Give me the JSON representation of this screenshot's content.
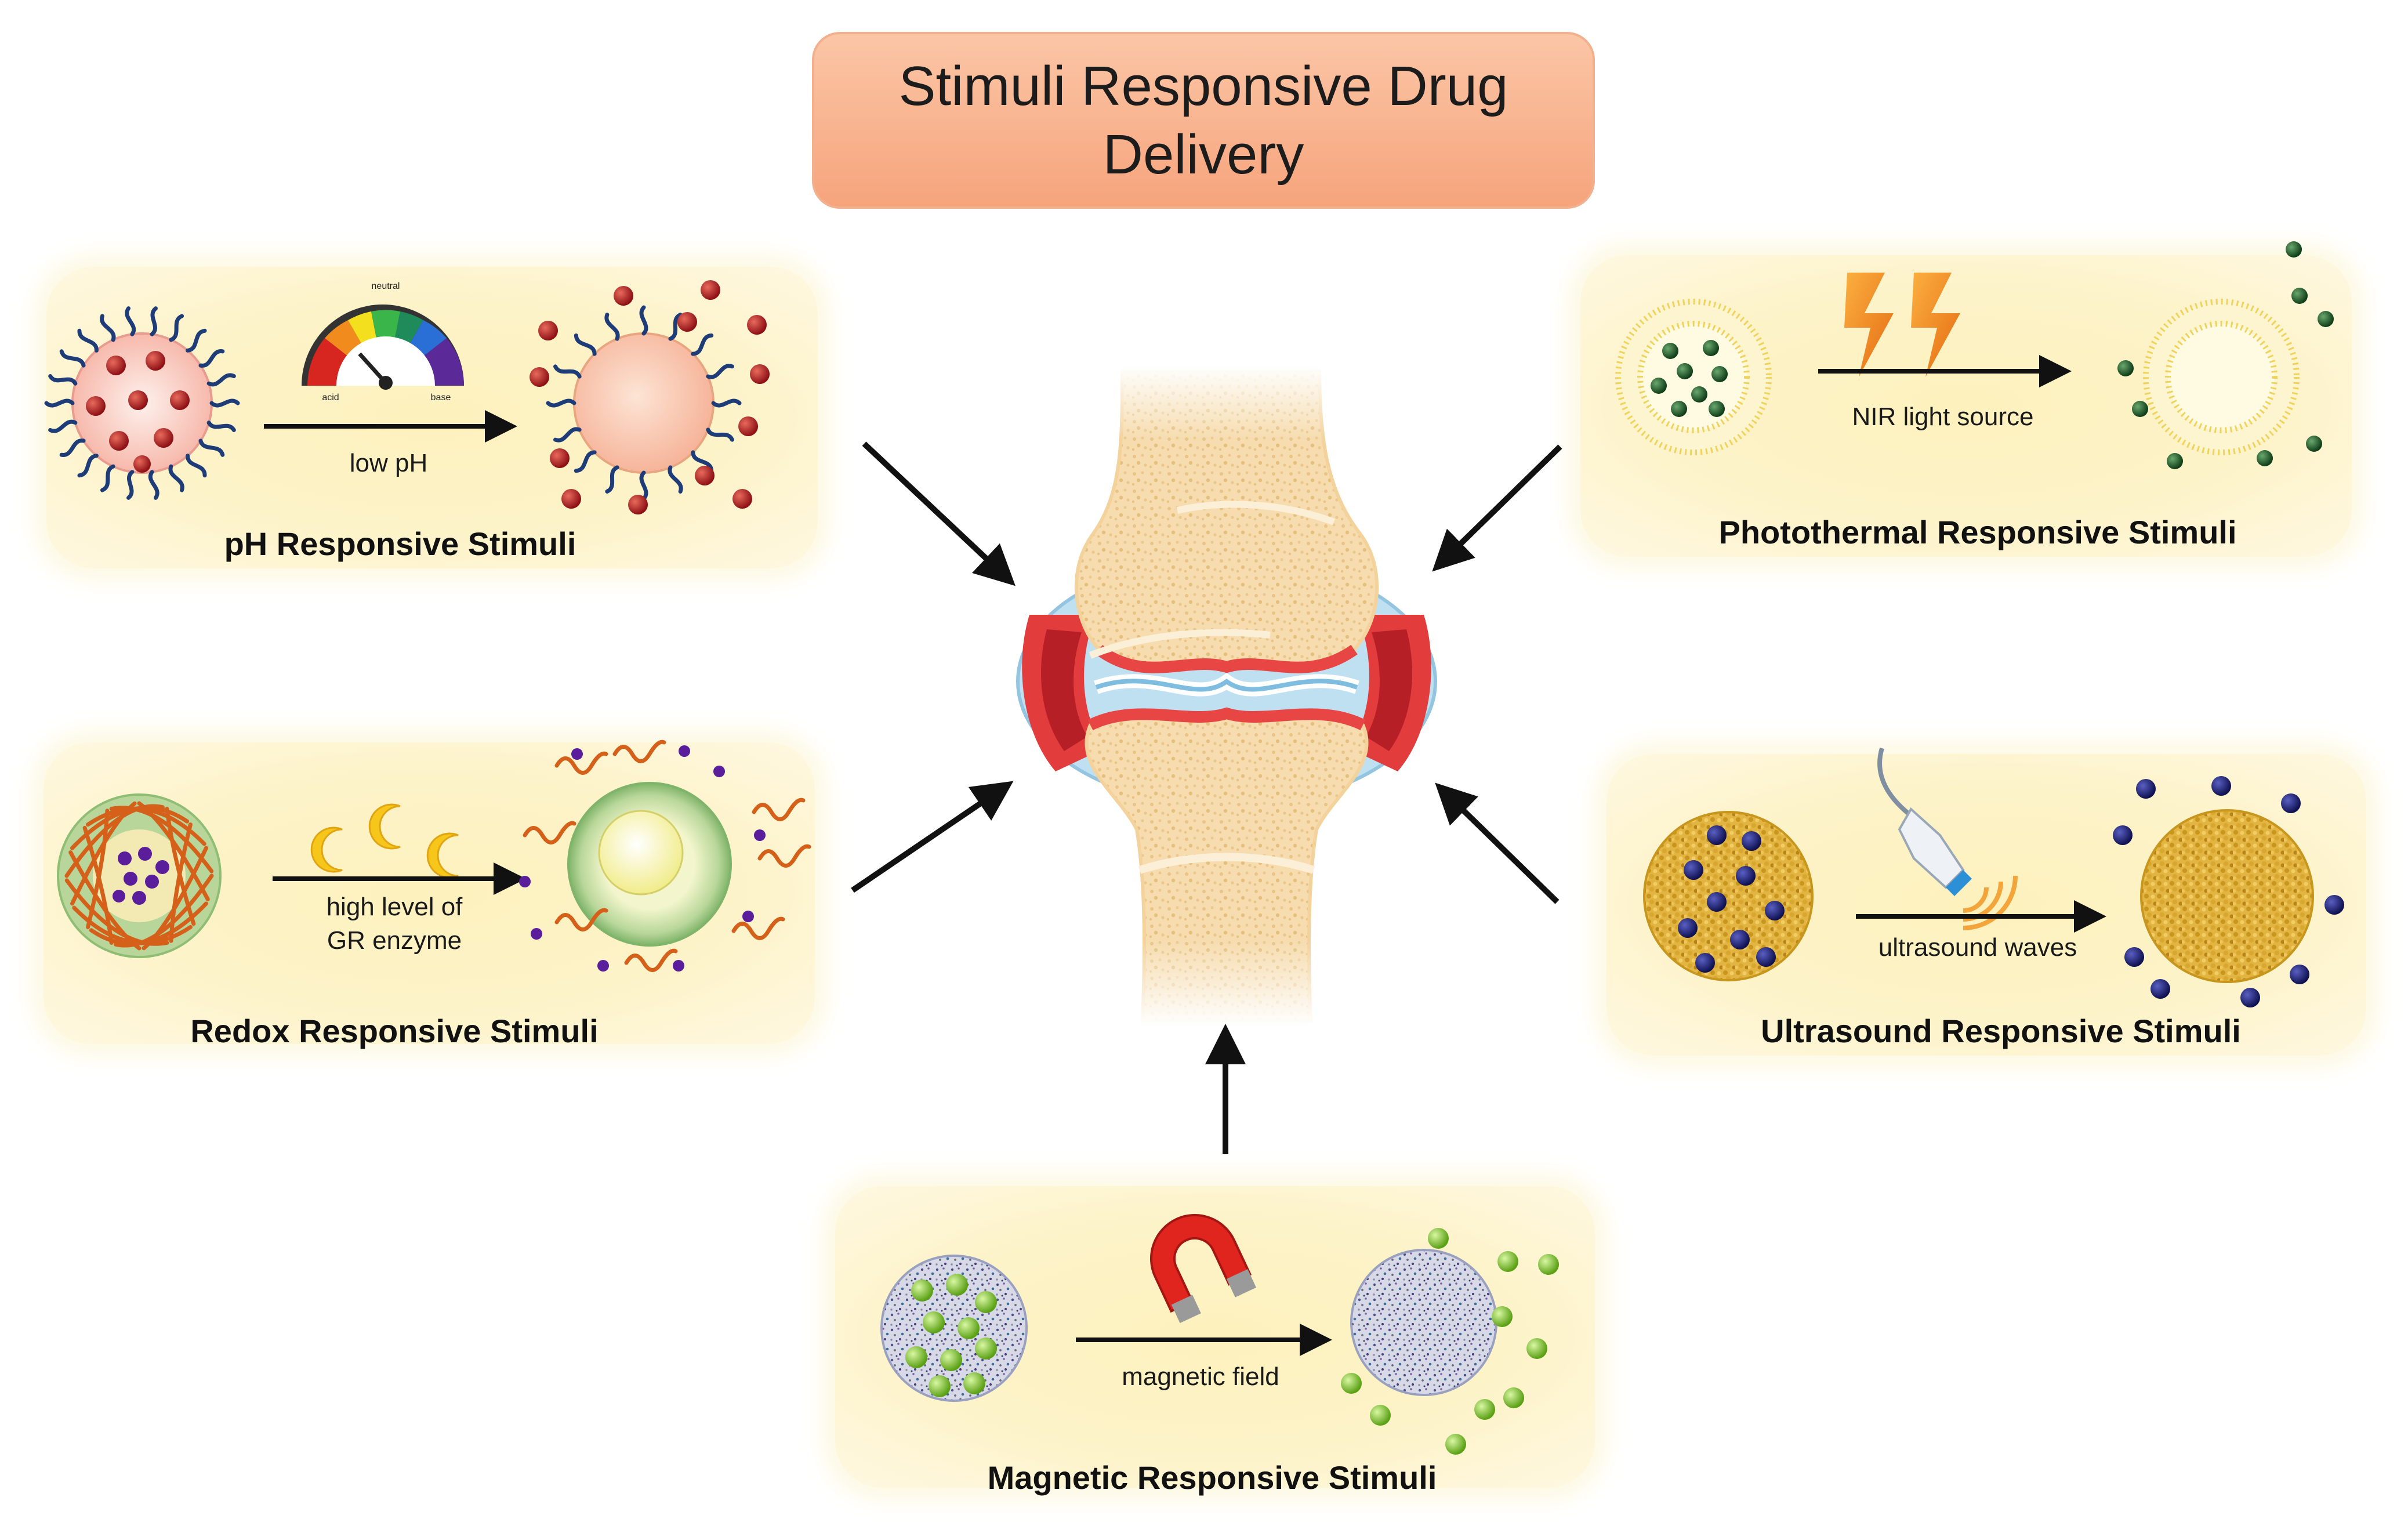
{
  "title": "Stimuli Responsive Drug Delivery",
  "panels": {
    "ph": {
      "caption": "pH Responsive Stimuli",
      "arrow_label": "low pH",
      "gauge": {
        "top": "neutral",
        "left": "acid",
        "right": "base"
      }
    },
    "redox": {
      "caption": "Redox Responsive Stimuli",
      "arrow_label_1": "high level of",
      "arrow_label_2": "GR enzyme"
    },
    "magnetic": {
      "caption": "Magnetic Responsive Stimuli",
      "arrow_label": "magnetic field"
    },
    "photothermal": {
      "caption": "Photothermal Responsive Stimuli",
      "arrow_label": "NIR light source"
    },
    "ultrasound": {
      "caption": "Ultrasound Responsive Stimuli",
      "arrow_label": "ultrasound waves"
    }
  },
  "center": {
    "icon": "knee-joint-icon"
  },
  "colors": {
    "title_fill": "#f8ad86",
    "panel_fill": "#fdf2c4",
    "bone": "#f6d9a9",
    "inflamed_tissue": "#e23c3c",
    "synovial": "#a9d2ea",
    "ph_drug": "#a8191d",
    "redox_drug": "#5a1d9c",
    "magnetic_drug": "#7ed321",
    "photothermal_drug": "#1e5528",
    "ultrasound_drug": "#1d1f6e"
  }
}
